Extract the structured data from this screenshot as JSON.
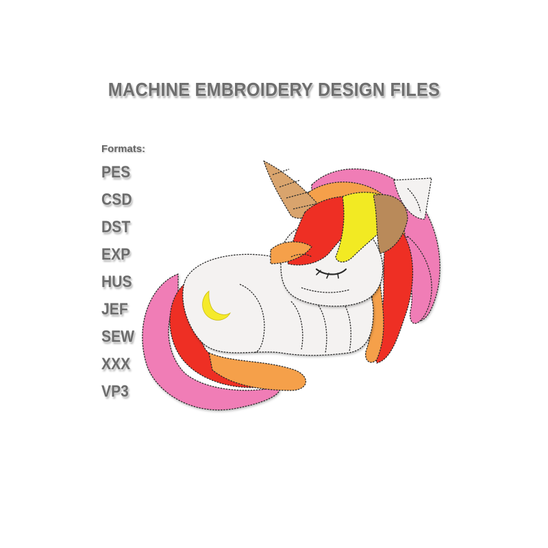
{
  "title": "MACHINE EMBROIDERY DESIGN FILES",
  "formats_label": "Formats:",
  "formats": [
    "PES",
    "CSD",
    "DST",
    "EXP",
    "HUS",
    "JEF",
    "SEW",
    "XXX",
    "VP3"
  ],
  "artwork": {
    "subject": "sleeping-unicorn-embroidery",
    "colors": {
      "body": "#f4f2f1",
      "pink": "#f07db6",
      "red": "#ee2f24",
      "orange": "#f5a04a",
      "yellow": "#f2ea23",
      "tan": "#b98a5a",
      "horn": "#d9a46d",
      "moon": "#f5ea2b"
    }
  }
}
